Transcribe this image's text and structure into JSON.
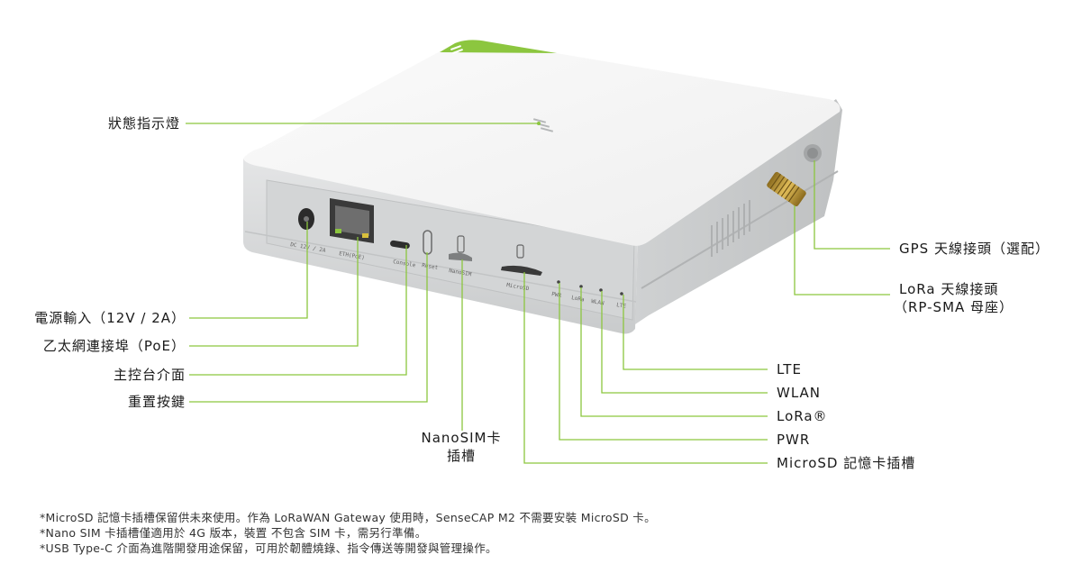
{
  "colors": {
    "accent": "#8cc63f",
    "leader": "#8cc63f",
    "body": "#d9dbdc",
    "top": "#f6f6f6"
  },
  "port_text": {
    "dc": "DC 12V / 2A",
    "eth": "ETH(PoE)",
    "console": "Console",
    "reset": "Reset",
    "nanosim": "NanoSIM",
    "microsd": "MicroSD",
    "pwr": "PWR",
    "lora": "LoRa",
    "wlan": "WLAN",
    "lte": "LTE"
  },
  "labels": {
    "status_led": "狀態指示燈",
    "power_input": "電源輸入（12V / 2A）",
    "ethernet_poe": "乙太網連接埠（PoE）",
    "console_if": "主控台介面",
    "reset_button": "重置按鍵",
    "nanosim_slot_line1": "NanoSIM卡",
    "nanosim_slot_line2": "插槽",
    "gps_antenna": "GPS 天線接頭（選配）",
    "lora_antenna_line1": "LoRa 天線接頭",
    "lora_antenna_line2": "（RP-SMA 母座）",
    "lte": "LTE",
    "wlan": "WLAN",
    "lora": "LoRa®",
    "pwr": "PWR",
    "microsd_slot": "MicroSD 記憶卡插槽"
  },
  "notes": [
    "*MicroSD 記憶卡插槽保留供未來使用。作為 LoRaWAN Gateway 使用時，SenseCAP M2 不需要安裝 MicroSD 卡。",
    "*Nano SIM 卡插槽僅適用於 4G 版本，裝置 不包含 SIM 卡，需另行準備。",
    "*USB Type-C 介面為進階開發用途保留，可用於韌體燒錄、指令傳送等開發與管理操作。"
  ]
}
